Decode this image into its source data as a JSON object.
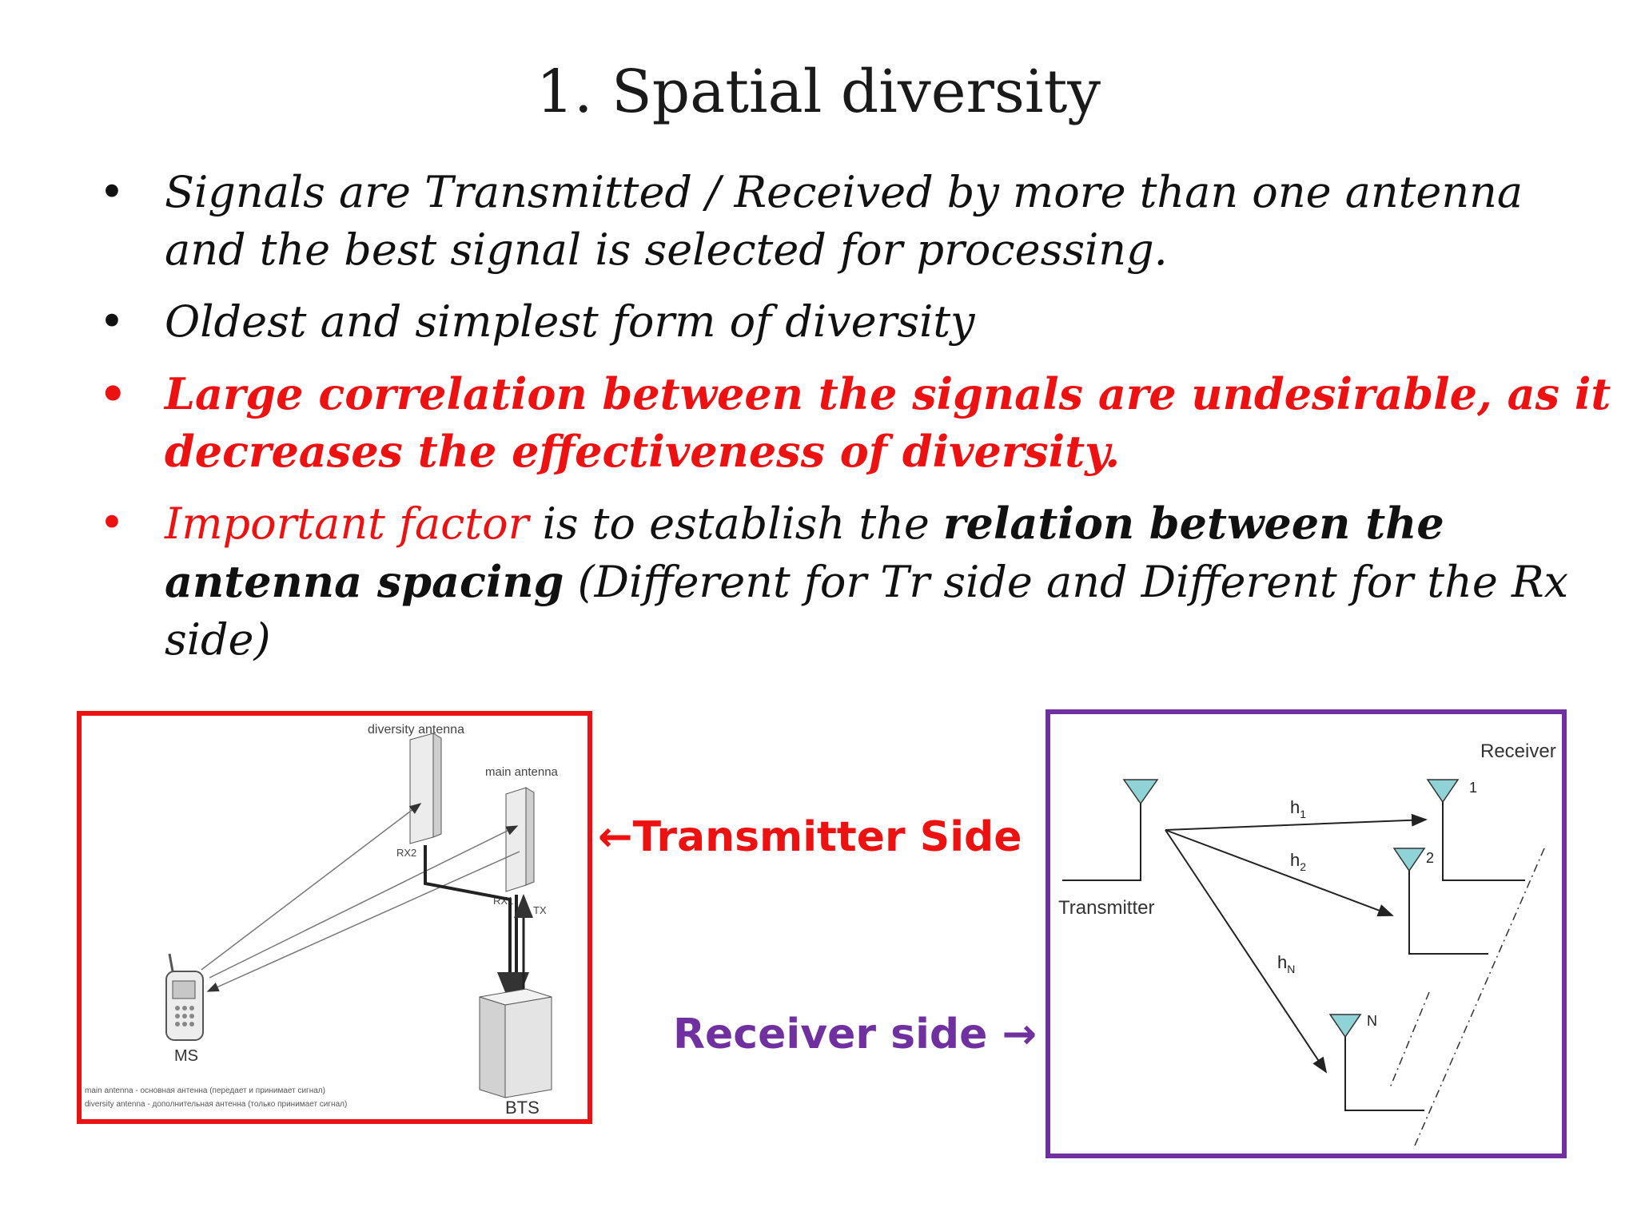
{
  "title": "1. Spatial diversity",
  "bullets": {
    "b1": "Signals are Transmitted / Received  by more than one antenna and the best signal is selected for processing.",
    "b2": "Oldest and simplest form of diversity",
    "b3": "Large correlation between the signals are undesirable, as it decreases the effectiveness of diversity.",
    "b4": {
      "p1": "Important factor",
      "p2": " is to establish the ",
      "p3": "relation between the antenna spacing",
      "p4": " (Different for Tr side and Different for the Rx side)"
    }
  },
  "tx_diagram": {
    "diversity_antenna": "diversity antenna",
    "main_antenna": "main antenna",
    "rx2": "RX2",
    "rx1": "RX1",
    "tx": "TX",
    "ms": "MS",
    "bts": "BTS",
    "legend1": "main antenna  - основная антенна (передает и принимает сигнал)",
    "legend2": "diversity antenna  - дополнительная антенна (только принимает сигнал)"
  },
  "tx_side_label": "←Transmitter Side",
  "rx_side_label": "Receiver side →",
  "rx_diagram": {
    "receiver": "Receiver",
    "transmitter": "Transmitter",
    "h1": "h",
    "h1_sub": "1",
    "h2": "h",
    "h2_sub": "2",
    "hn": "h",
    "hn_sub": "N",
    "ant1": "1",
    "ant2": "2",
    "antn": "N"
  },
  "colors": {
    "accent_red": "#ee1111",
    "accent_purple": "#7030a0",
    "antenna_fill": "#8fd3d6"
  }
}
